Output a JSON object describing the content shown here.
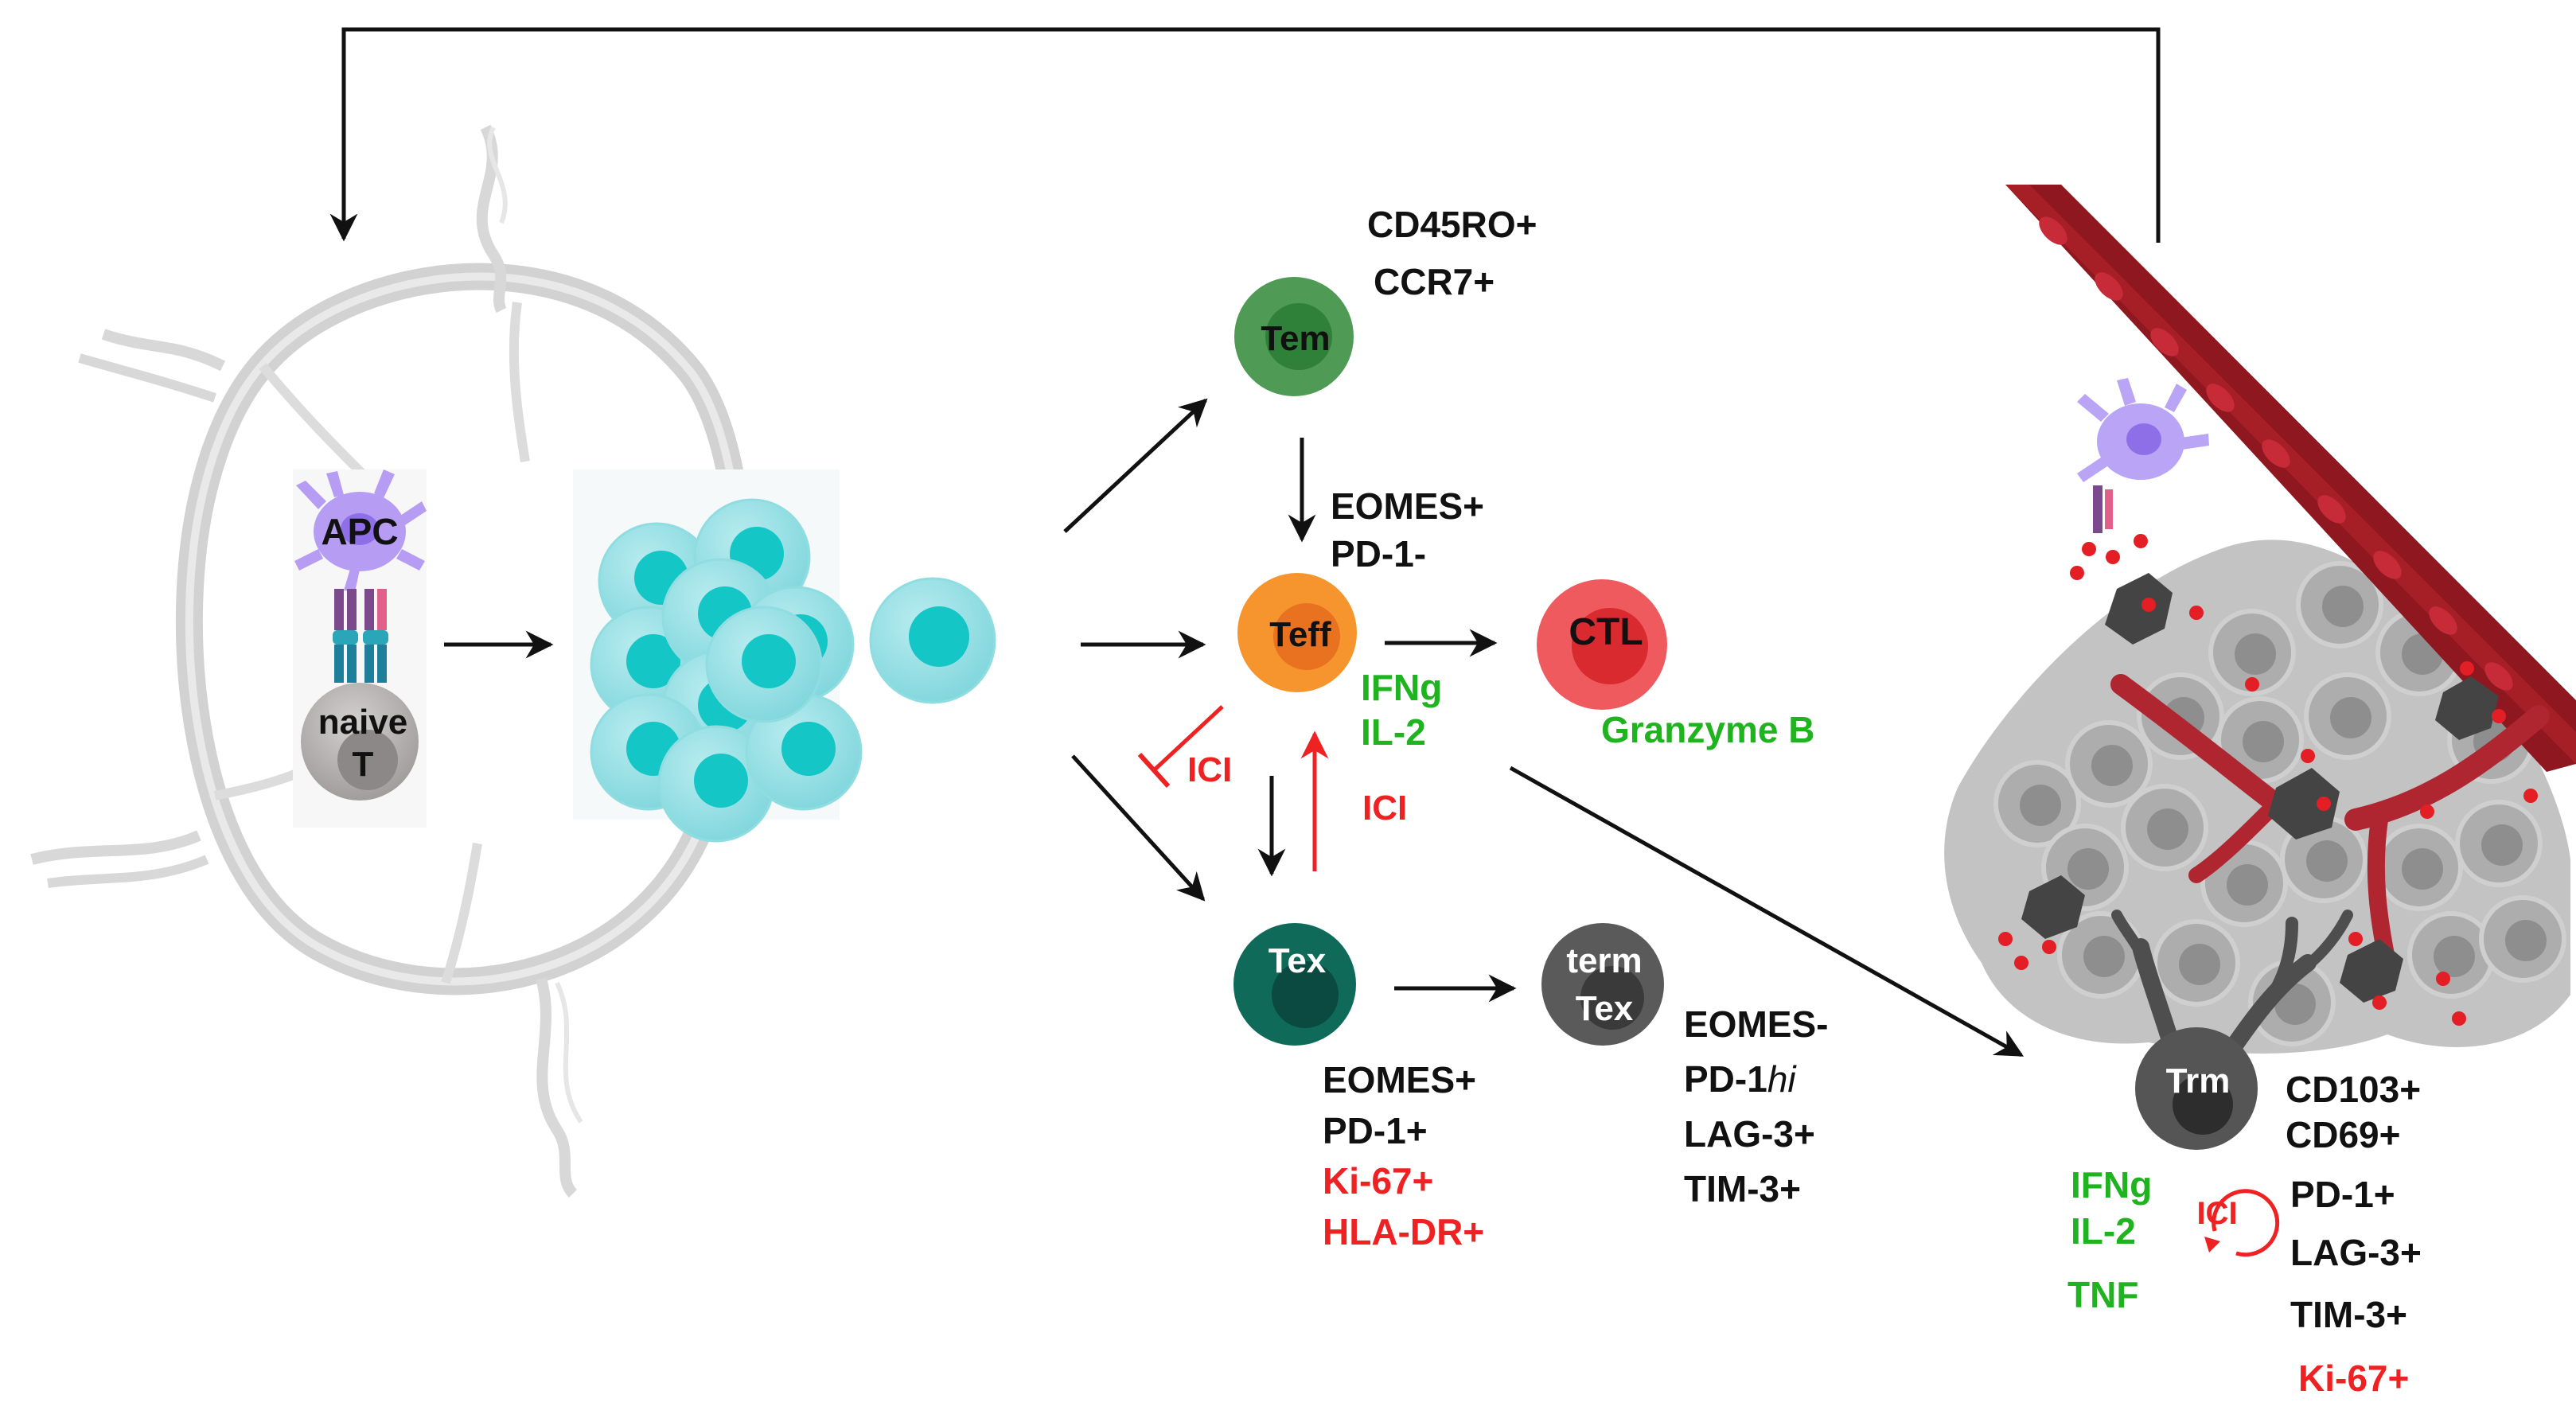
{
  "colors": {
    "black": "#111111",
    "green_text": "#1fb31f",
    "red_text": "#ee2222",
    "tem": "#3a8f45",
    "teff": "#f6952e",
    "ctl": "#e53237",
    "tex": "#0f6a5a",
    "term_tex": "#585858",
    "trm": "#555555",
    "naive": "#a9a6a6",
    "cyan_cell": "#7fd6dc",
    "cyan_nucleus": "#14c6c6",
    "apc": "#b69cf3",
    "vessel": "#8e1720",
    "tumor": "#a7a7a7"
  },
  "cells": {
    "apc": "APC",
    "naive_line1": "naive",
    "naive_line2": "T",
    "tem": "Tem",
    "teff": "Teff",
    "ctl": "CTL",
    "tex": "Tex",
    "term_tex_line1": "term",
    "term_tex_line2": "Tex",
    "trm": "Trm"
  },
  "markers": {
    "tem": [
      "CD45RO+",
      "CCR7+"
    ],
    "teff": [
      "EOMES+",
      "PD-1-"
    ],
    "teff_cytokines": [
      "IFNg",
      "IL-2"
    ],
    "ctl_cytokine": "Granzyme B",
    "tex_black": [
      "EOMES+",
      "PD-1+"
    ],
    "tex_red": [
      "Ki-67+",
      "HLA-DR+"
    ],
    "term_tex_eomes": "EOMES-",
    "term_tex_pd1_prefix": "PD-1",
    "term_tex_pd1_suffix": "hi",
    "term_tex_rest": [
      "LAG-3+",
      "TIM-3+"
    ],
    "trm_black": [
      "CD103+",
      "CD69+",
      "PD-1+",
      "LAG-3+",
      "TIM-3+"
    ],
    "trm_red": "Ki-67+",
    "trm_cytokines": [
      "IFNg",
      "IL-2",
      "TNF"
    ]
  },
  "ici": {
    "inhibit_label": "ICI",
    "reinvigorate_label": "ICI",
    "trm_label": "ICI"
  }
}
